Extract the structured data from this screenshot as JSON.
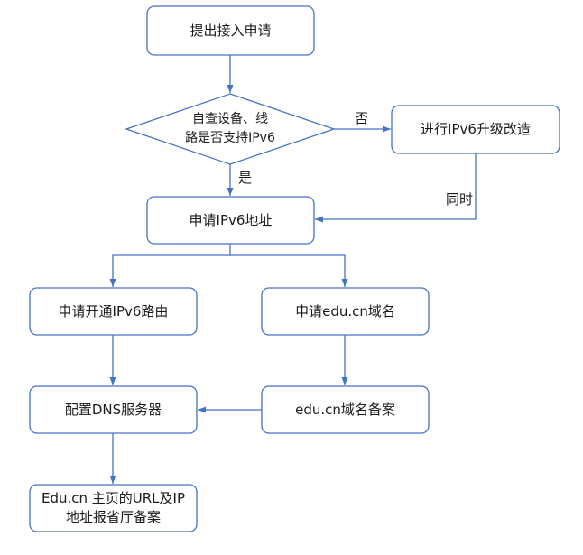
{
  "nodes": {
    "submit": "提出接入申请",
    "check": "自查设备、线\n路是否支持IPv6",
    "upgrade": "进行IPv6升级改造",
    "apply_addr": "申请IPv6地址",
    "apply_route": "申请开通IPv6路由",
    "apply_domain": "申请edu.cn域名",
    "dns": "配置DNS服务器",
    "domain_record": "edu.cn域名备案",
    "url_record": "Edu.cn 主页的URL及IP\n地址报省厅备案"
  },
  "edge_labels": {
    "no": "否",
    "yes": "是",
    "simultaneous": "同时"
  },
  "colors": {
    "stroke": "#4472c4",
    "text": "#1a1a1a",
    "fill": "#ffffff"
  }
}
